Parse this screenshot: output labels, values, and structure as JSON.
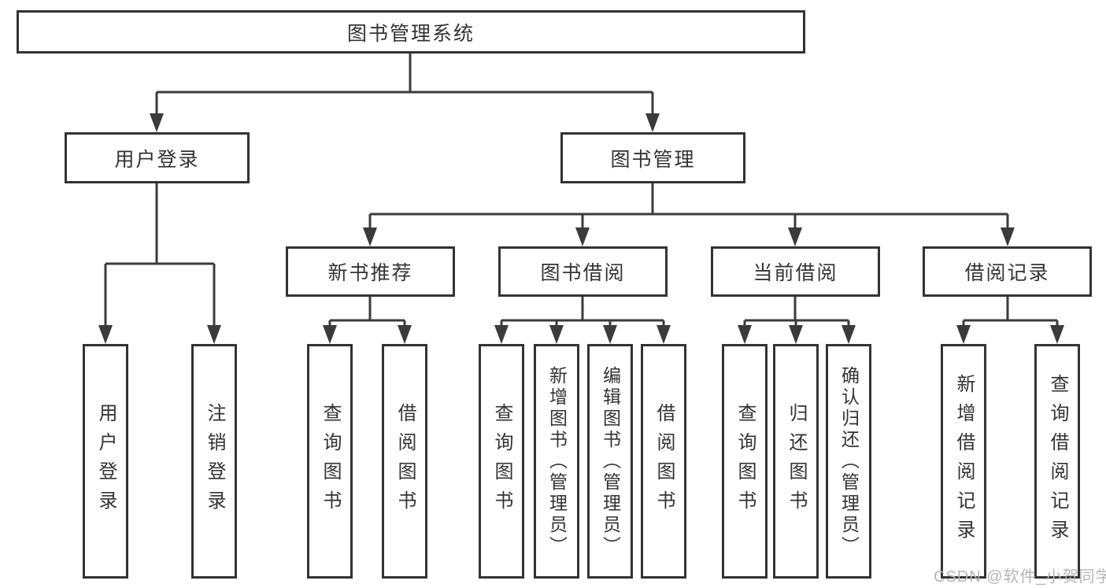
{
  "diagram": {
    "title": "图书管理系统",
    "root": {
      "label": "图书管理系统"
    },
    "level2": [
      {
        "label": "用户登录"
      },
      {
        "label": "图书管理"
      }
    ],
    "level3": [
      {
        "label": "新书推荐",
        "parent": "图书管理"
      },
      {
        "label": "图书借阅",
        "parent": "图书管理"
      },
      {
        "label": "当前借阅",
        "parent": "图书管理"
      },
      {
        "label": "借阅记录",
        "parent": "图书管理"
      }
    ],
    "leaves": [
      {
        "label": "用户登录",
        "parent": "用户登录"
      },
      {
        "label": "注销登录",
        "parent": "用户登录"
      },
      {
        "label": "查询图书",
        "parent": "新书推荐"
      },
      {
        "label": "借阅图书",
        "parent": "新书推荐"
      },
      {
        "label": "查询图书",
        "parent": "图书借阅"
      },
      {
        "label": "新增图书（管理员）",
        "parent": "图书借阅"
      },
      {
        "label": "编辑图书（管理员）",
        "parent": "图书借阅"
      },
      {
        "label": "借阅图书",
        "parent": "图书借阅"
      },
      {
        "label": "查询图书",
        "parent": "当前借阅"
      },
      {
        "label": "归还图书",
        "parent": "当前借阅"
      },
      {
        "label": "确认归还（管理员）",
        "parent": "当前借阅"
      },
      {
        "label": "新增借阅记录",
        "parent": "借阅记录"
      },
      {
        "label": "查询借阅记录",
        "parent": "借阅记录"
      }
    ],
    "watermark": "CSDN @软件_小贺同学",
    "colors": {
      "line": "#3b3b3b",
      "box_border": "#333333",
      "text": "#333333",
      "watermark": "#b5b5b5",
      "background": "#ffffff"
    }
  }
}
